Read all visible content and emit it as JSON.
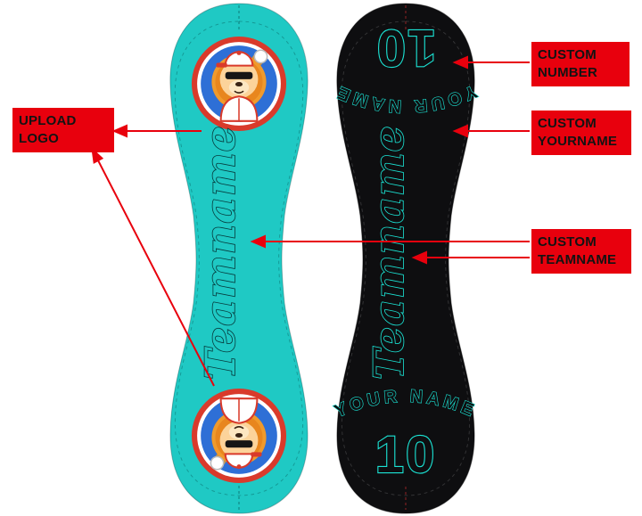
{
  "colors": {
    "teal_panel": "#1FC9C4",
    "black_panel": "#0E0E10",
    "accent_teal": "#1BE3D4",
    "annotation_red": "#E8000D",
    "logo_ring_red": "#D93A2B",
    "logo_inner_blue": "#2E6FD6"
  },
  "annotations": {
    "upload_logo": {
      "label": "UPLOAD LOGO"
    },
    "custom_number": {
      "label": "CUSTOM NUMBER"
    },
    "custom_yourname": {
      "label": "CUSTOM YOURNAME"
    },
    "custom_teamname": {
      "label": "CUSTOM TEAMNAME"
    }
  },
  "teal_panel": {
    "teamname": "Teamname",
    "logo": "lion-baseball-mascot"
  },
  "black_panel": {
    "teamname": "Teamname",
    "player_name": "YOUR NAME",
    "number": "10"
  }
}
